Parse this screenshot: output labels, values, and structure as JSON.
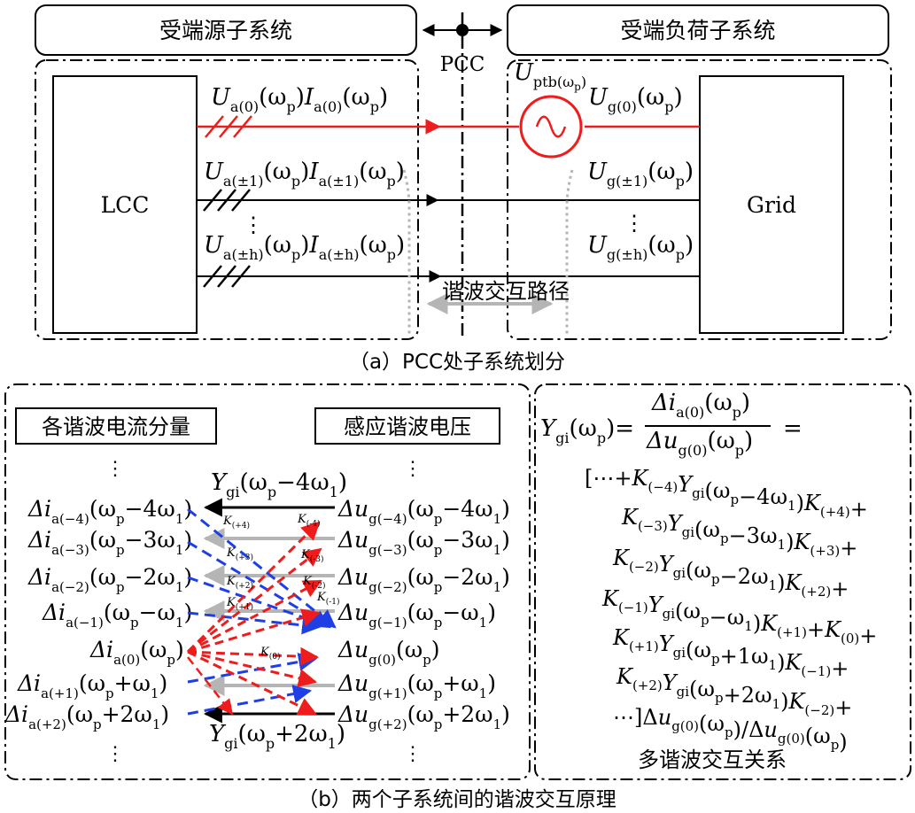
{
  "part_a": {
    "source_box_label": "受端源子系统",
    "load_box_label": "受端负荷子系统",
    "pcc_label": "PCC",
    "lcc_label": "LCC",
    "grid_label": "Grid",
    "path_label": "谐波交互路径",
    "ellipsis": "⋮",
    "line0": {
      "U": "U",
      "sub_a": "a(0)",
      "w": "(ω",
      "p": "p",
      "close": ")",
      "I": "I"
    },
    "line1": {
      "U": "U",
      "sub_a": "a(±1)",
      "I": "I"
    },
    "lineh": {
      "U": "U",
      "sub_a": "a(±h)",
      "I": "I"
    },
    "ptb": {
      "U": "U",
      "sub": "ptb(ω",
      "subp": "p",
      "subclose": ")"
    },
    "ug0": {
      "U": "U",
      "sub": "g(0)"
    },
    "ug1": {
      "U": "U",
      "sub": "g(±1)"
    },
    "ugh": {
      "U": "U",
      "sub": "g(±h)"
    },
    "caption": "（a）PCC处子系统划分"
  },
  "part_b": {
    "left_header": "各谐波电流分量",
    "right_header": "感应谐波电压",
    "dots": "⋮",
    "di": "Δi",
    "du": "Δu",
    "left_rows": [
      {
        "sub": "a(−4)",
        "arg": "(ω",
        "p": "p",
        "tail": "−4ω",
        "one": "1",
        "close": ")"
      },
      {
        "sub": "a(−3)",
        "arg": "(ω",
        "p": "p",
        "tail": "−3ω",
        "one": "1",
        "close": ")"
      },
      {
        "sub": "a(−2)",
        "arg": "(ω",
        "p": "p",
        "tail": "−2ω",
        "one": "1",
        "close": ")"
      },
      {
        "sub": "a(−1)",
        "arg": "(ω",
        "p": "p",
        "tail": "−ω",
        "one": "1",
        "close": ")"
      },
      {
        "sub": "a(0)",
        "arg": "(ω",
        "p": "p",
        "tail": "",
        "one": "",
        "close": ")"
      },
      {
        "sub": "a(+1)",
        "arg": "(ω",
        "p": "p",
        "tail": "+ω",
        "one": "1",
        "close": ")"
      },
      {
        "sub": "a(+2)",
        "arg": "(ω",
        "p": "p",
        "tail": "+2ω",
        "one": "1",
        "close": ")"
      }
    ],
    "right_rows": [
      {
        "sub": "g(−4)",
        "arg": "(ω",
        "p": "p",
        "tail": "−4ω",
        "one": "1",
        "close": ")"
      },
      {
        "sub": "g(−3)",
        "arg": "(ω",
        "p": "p",
        "tail": "−3ω",
        "one": "1",
        "close": ")"
      },
      {
        "sub": "g(−2)",
        "arg": "(ω",
        "p": "p",
        "tail": "−2ω",
        "one": "1",
        "close": ")"
      },
      {
        "sub": "g(−1)",
        "arg": "(ω",
        "p": "p",
        "tail": "−ω",
        "one": "1",
        "close": ")"
      },
      {
        "sub": "g(0)",
        "arg": "(ω",
        "p": "p",
        "tail": "",
        "one": "",
        "close": ")"
      },
      {
        "sub": "g(+1)",
        "arg": "(ω",
        "p": "p",
        "tail": "+ω",
        "one": "1",
        "close": ")"
      },
      {
        "sub": "g(+2)",
        "arg": "(ω",
        "p": "p",
        "tail": "+2ω",
        "one": "1",
        "close": ")"
      }
    ],
    "y_top": {
      "Y": "Y",
      "sub": "gi",
      "arg": "(ω",
      "p": "p",
      "tail": "−4ω",
      "one": "1",
      "close": ")"
    },
    "y_bot": {
      "Y": "Y",
      "sub": "gi",
      "arg": "(ω",
      "p": "p",
      "tail": "+2ω",
      "one": "1",
      "close": ")"
    },
    "k_labels": [
      {
        "K": "K",
        "sub": "(+4)"
      },
      {
        "K": "K",
        "sub": "(-4)"
      },
      {
        "K": "K",
        "sub": "(+3)"
      },
      {
        "K": "K",
        "sub": "(-3)"
      },
      {
        "K": "K",
        "sub": "(+2)"
      },
      {
        "K": "K",
        "sub": "(-2)"
      },
      {
        "K": "K",
        "sub": "(+1)"
      },
      {
        "K": "K",
        "sub": "(-1)"
      },
      {
        "K": "K",
        "sub": "(0)"
      }
    ],
    "caption": "（b）两个子系统间的谐波交互原理"
  },
  "formula": {
    "lhs_Y": "Y",
    "lhs_sub": "gi",
    "lhs_arg": "(ω",
    "lhs_p": "p",
    "lhs_close": ")=",
    "num_di": "Δi",
    "num_sub": "a(0)",
    "den_du": "Δu",
    "den_sub": "g(0)",
    "eq": "=",
    "lines": [
      "[⋯+K(−4)Ygi(ωp−4ω1)K(+4)+",
      "K(−3)Ygi(ωp−3ω1)K(+3)+",
      "K(−2)Ygi(ωp−2ω1)K(+2)+",
      "K(−1)Ygi(ωp−ω1)K(+1)+K(0)+",
      "K(+1)Ygi(ωp+1ω1)K(−1)+",
      "K(+2)Ygi(ωp+2ω1)K(−2)+",
      "⋯]Δug(0)(ωp)/Δug(0)(ωp)"
    ],
    "caption": "多谐波交互关系"
  },
  "colors": {
    "red": "#ee1c1c",
    "blue": "#1f3fe6",
    "gray": "#b5b5b5",
    "black": "#000000"
  }
}
